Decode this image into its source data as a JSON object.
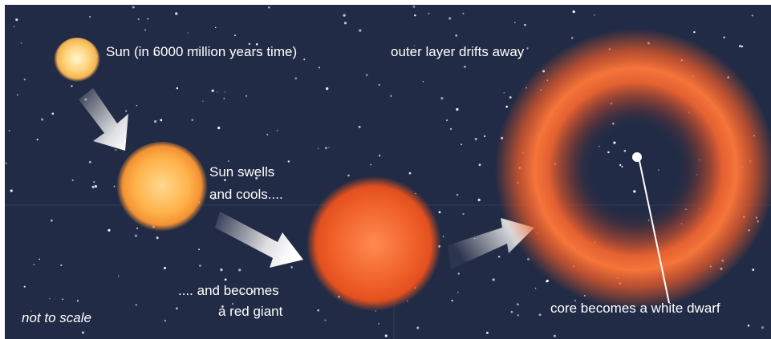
{
  "labels": {
    "sun_now": "Sun (in 6000 million years time)",
    "outer_layer": "outer layer drifts away",
    "swells_line1": "Sun swells",
    "swells_line2": "and cools....",
    "red_giant_line1": ".... and becomes",
    "red_giant_line2": "a red giant",
    "white_dwarf": "core becomes a white dwarf",
    "scale_note": "not to scale"
  },
  "colors": {
    "background": "#222b45",
    "sun": "#ffd27a",
    "swollen_sun": "#ffb24a",
    "red_giant": "#f0612a",
    "nebula": "#ee6330",
    "white_dwarf": "#ffffff",
    "arrow": "#f2f2f2"
  }
}
